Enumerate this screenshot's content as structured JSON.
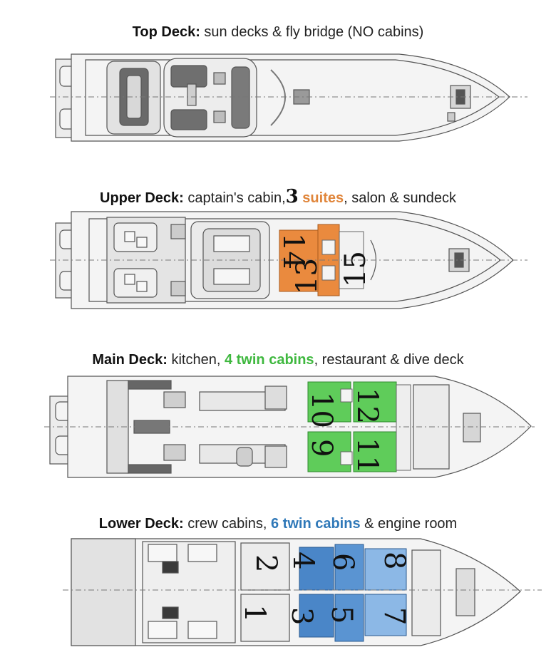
{
  "decks": {
    "top": {
      "name": "Top Deck:",
      "description": "sun decks & fly bridge (NO cabins)"
    },
    "upper": {
      "name": "Upper Deck:",
      "desc_before": "captain's cabin,",
      "suite_count": "3",
      "suite_label": "suites",
      "desc_after": ", salon & sundeck",
      "cabins": [
        "14",
        "15",
        "13"
      ]
    },
    "main": {
      "name": "Main Deck:",
      "desc_before": "kitchen,",
      "twin_label": "4 twin cabins",
      "desc_after": ", restaurant & dive deck",
      "cabins": [
        "10",
        "12",
        "9",
        "11"
      ]
    },
    "lower": {
      "name": "Lower Deck:",
      "desc_before": "crew cabins,",
      "twin_label": "6 twin cabins",
      "desc_after": "& engine room",
      "cabins": [
        "2",
        "4",
        "6",
        "8",
        "1",
        "3",
        "5",
        "7"
      ]
    }
  },
  "colors": {
    "suites": "#e0853a",
    "main_cabins": "#3fb83f",
    "lower_cabins": "#2f78b8"
  }
}
